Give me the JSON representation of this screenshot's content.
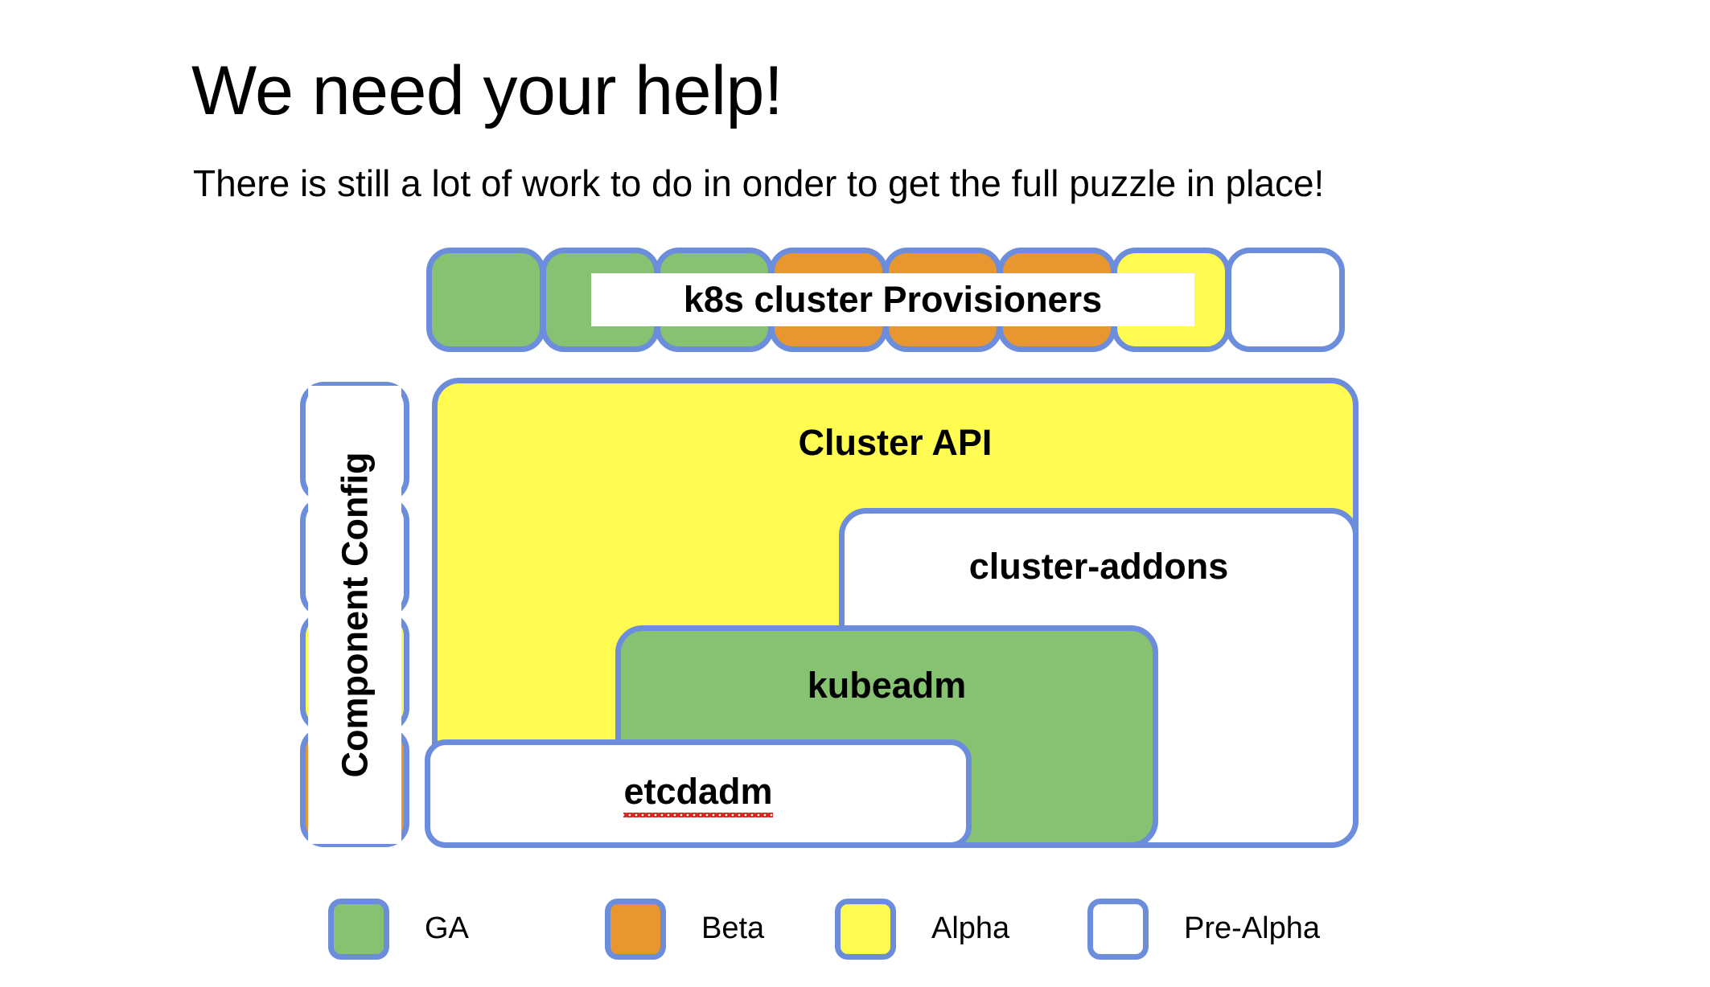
{
  "slide": {
    "title": "We need your help!",
    "subtitle": "There is still a lot of work to do in onder to get the full puzzle in place!"
  },
  "colors": {
    "border_blue": "#6C8CDC",
    "ga_green": "#86C272",
    "beta_orange": "#E8962F",
    "alpha_yellow": "#FFFB50",
    "pre_alpha_white": "#FFFFFF",
    "spellcheck_red": "#E02020",
    "text_black": "#000000"
  },
  "provisioners": {
    "label": "k8s cluster Provisioners",
    "cells": [
      {
        "status": "GA",
        "color": "#86C272"
      },
      {
        "status": "GA",
        "color": "#86C272"
      },
      {
        "status": "GA",
        "color": "#86C272"
      },
      {
        "status": "Beta",
        "color": "#E8962F"
      },
      {
        "status": "Beta",
        "color": "#E8962F"
      },
      {
        "status": "Beta",
        "color": "#E8962F"
      },
      {
        "status": "Alpha",
        "color": "#FFFB50"
      },
      {
        "status": "Pre-Alpha",
        "color": "#FFFFFF"
      }
    ]
  },
  "component_config": {
    "label": "Component Config",
    "cells": [
      {
        "status": "Pre-Alpha",
        "color": "#FFFFFF"
      },
      {
        "status": "Pre-Alpha",
        "color": "#FFFFFF"
      },
      {
        "status": "Alpha",
        "color": "#FFFB50"
      },
      {
        "status": "Beta",
        "color": "#E8962F"
      }
    ]
  },
  "boxes": {
    "cluster_api": {
      "label": "Cluster API",
      "status": "Alpha",
      "color": "#FFFB50"
    },
    "cluster_addons": {
      "label": "cluster-addons",
      "status": "Pre-Alpha",
      "color": "#FFFFFF"
    },
    "kubeadm": {
      "label": "kubeadm",
      "status": "GA",
      "color": "#86C272"
    },
    "etcdadm": {
      "label": "etcdadm",
      "status": "Pre-Alpha",
      "color": "#FFFFFF",
      "misspelled": true
    }
  },
  "legend": {
    "items": [
      {
        "label": "GA",
        "color": "#86C272"
      },
      {
        "label": "Beta",
        "color": "#E8962F"
      },
      {
        "label": "Alpha",
        "color": "#FFFB50"
      },
      {
        "label": "Pre-Alpha",
        "color": "#FFFFFF"
      }
    ]
  }
}
